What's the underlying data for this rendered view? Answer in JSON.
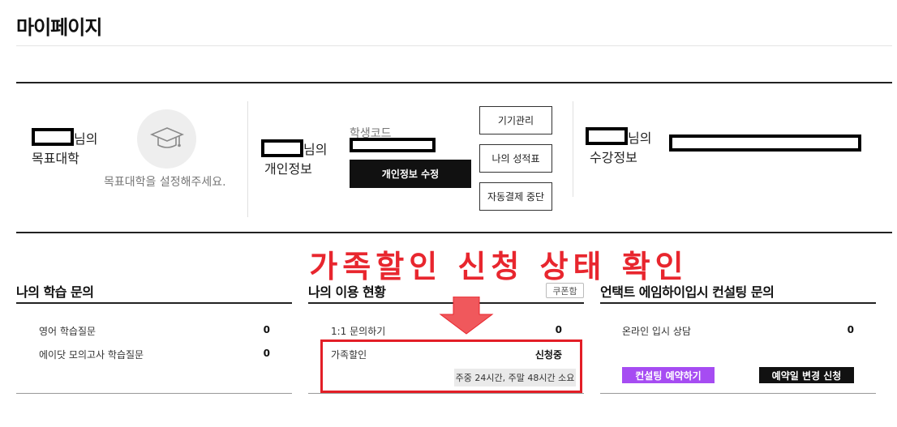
{
  "page": {
    "title": "마이페이지"
  },
  "goal": {
    "suffix": "님의",
    "label": "목표대학",
    "empty_message": "목표대학을 설정해주세요.",
    "icon": "graduation-cap-icon"
  },
  "profile": {
    "suffix": "님의",
    "label": "개인정보",
    "student_code_label": "학생코드",
    "edit_button": "개인정보 수정",
    "device_button": "기기관리",
    "grades_button": "나의 성적표",
    "autopay_button": "자동결제 중단"
  },
  "course": {
    "suffix": "님의",
    "label": "수강정보"
  },
  "annotation": {
    "text": "가족할인 신청 상태 확인",
    "color": "#e8262e"
  },
  "inquiry": {
    "title": "나의 학습 문의",
    "rows": [
      {
        "label": "영어 학습질문",
        "value": "0"
      },
      {
        "label": "에이닷 모의고사 학습질문",
        "value": "0"
      }
    ]
  },
  "usage": {
    "title": "나의 이용 현황",
    "coupon_button": "쿠폰함",
    "rows": [
      {
        "label": "1:1 문의하기",
        "value": "0"
      },
      {
        "label": "가족할인",
        "value": "신청중"
      }
    ],
    "note": "주중 24시간, 주말 48시간 소요",
    "highlight_color": "#e31e27"
  },
  "consult": {
    "title": "언택트 에임하이입시 컨설팅 문의",
    "rows": [
      {
        "label": "온라인 입시 상담",
        "value": "0"
      }
    ],
    "reserve_button": "컨설팅 예약하기",
    "change_button": "예약일 변경 신청",
    "accent_color": "#a64cf2"
  }
}
